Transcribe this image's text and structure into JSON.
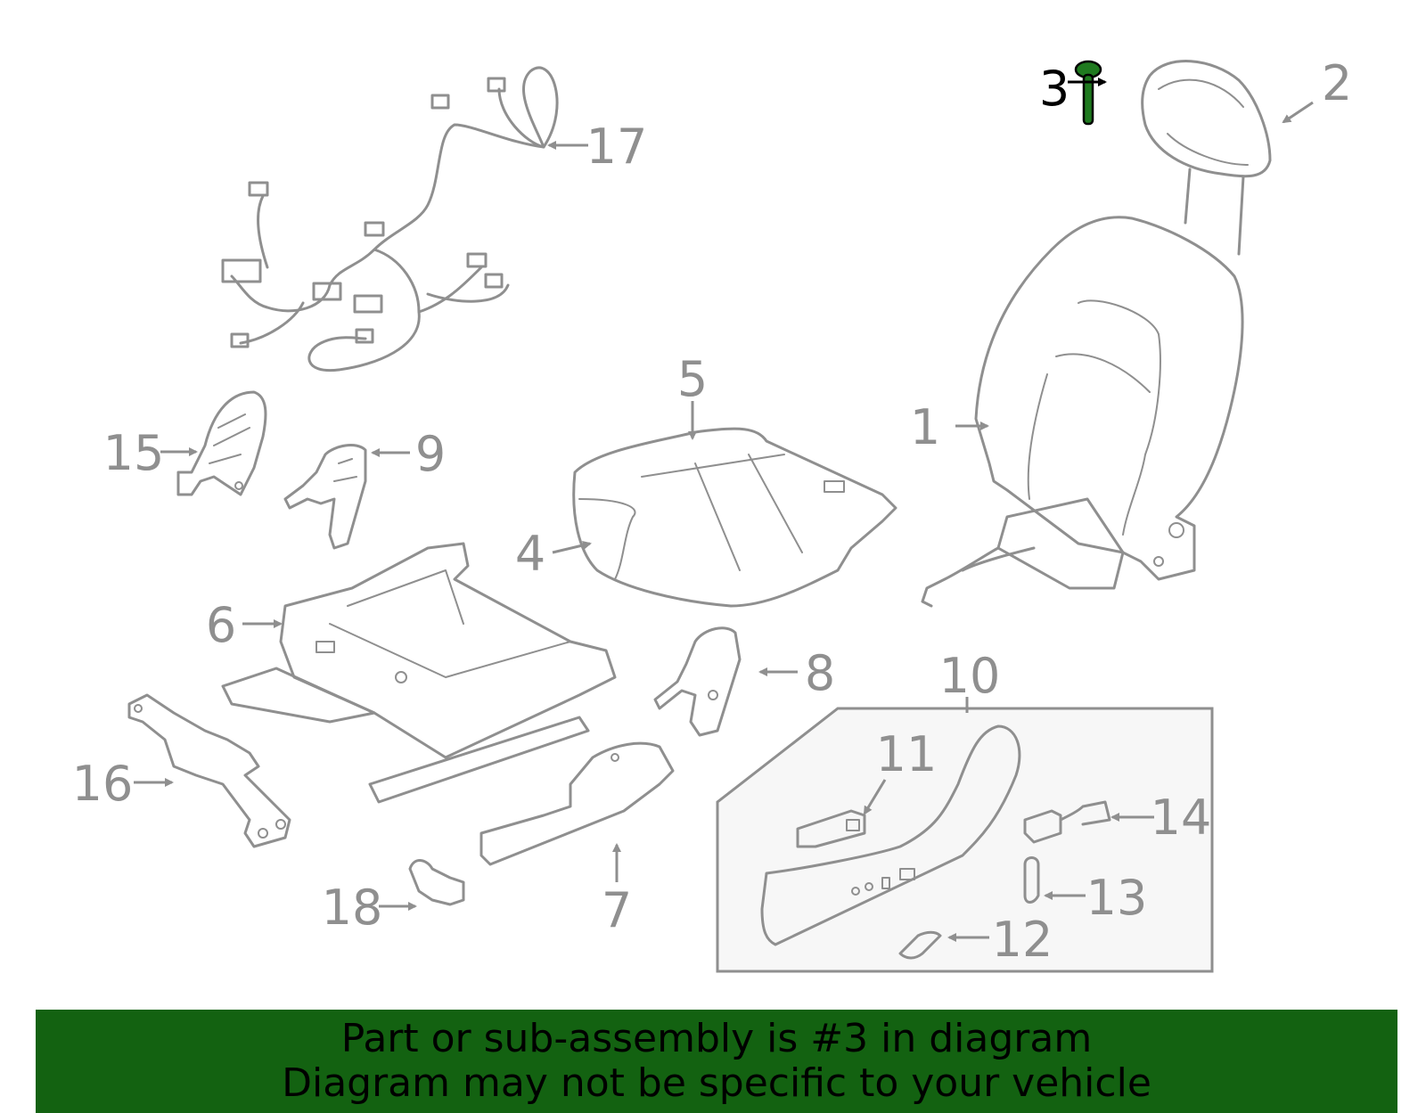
{
  "diagram": {
    "callouts": [
      {
        "id": "1",
        "label": "1"
      },
      {
        "id": "2",
        "label": "2"
      },
      {
        "id": "3",
        "label": "3",
        "highlighted": true
      },
      {
        "id": "4",
        "label": "4"
      },
      {
        "id": "5",
        "label": "5"
      },
      {
        "id": "6",
        "label": "6"
      },
      {
        "id": "7",
        "label": "7"
      },
      {
        "id": "8",
        "label": "8"
      },
      {
        "id": "9",
        "label": "9"
      },
      {
        "id": "10",
        "label": "10"
      },
      {
        "id": "11",
        "label": "11"
      },
      {
        "id": "12",
        "label": "12"
      },
      {
        "id": "13",
        "label": "13"
      },
      {
        "id": "14",
        "label": "14"
      },
      {
        "id": "15",
        "label": "15"
      },
      {
        "id": "16",
        "label": "16"
      },
      {
        "id": "17",
        "label": "17"
      },
      {
        "id": "18",
        "label": "18"
      }
    ],
    "colors": {
      "part_stroke": "#8f8f8f",
      "highlight_part": "#1f7a1f",
      "highlight_label": "#000000",
      "inset_fill": "#f7f7f7"
    }
  },
  "banner": {
    "line1": "Part or sub-assembly is #3 in diagram",
    "line2": "Diagram may not be specific to your vehicle",
    "color": "#136211"
  }
}
